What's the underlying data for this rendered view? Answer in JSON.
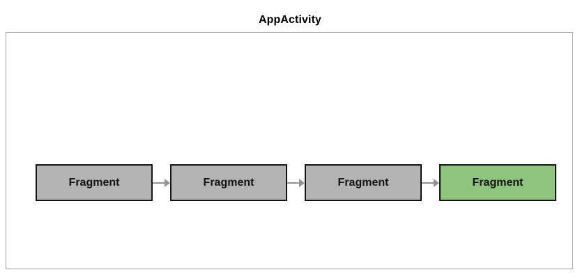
{
  "diagram": {
    "title": "AppActivity",
    "type": "flow",
    "container": {
      "name": "AppActivity",
      "border_color": "#9aa1a8",
      "background": "#ffffff"
    },
    "colors": {
      "box_fill_default": "#b3b3b3",
      "box_fill_highlight": "#8fc47c",
      "box_border": "#141414",
      "arrow": "#8c9499",
      "title_text": "#000000",
      "label_text": "#141414"
    },
    "nodes": [
      {
        "label": "Fragment",
        "state": "default"
      },
      {
        "label": "Fragment",
        "state": "default"
      },
      {
        "label": "Fragment",
        "state": "default"
      },
      {
        "label": "Fragment",
        "state": "highlight"
      }
    ],
    "connectors": [
      {
        "from": 0,
        "to": 1,
        "style": "arrow-right"
      },
      {
        "from": 1,
        "to": 2,
        "style": "arrow-right"
      },
      {
        "from": 2,
        "to": 3,
        "style": "arrow-right"
      }
    ]
  }
}
